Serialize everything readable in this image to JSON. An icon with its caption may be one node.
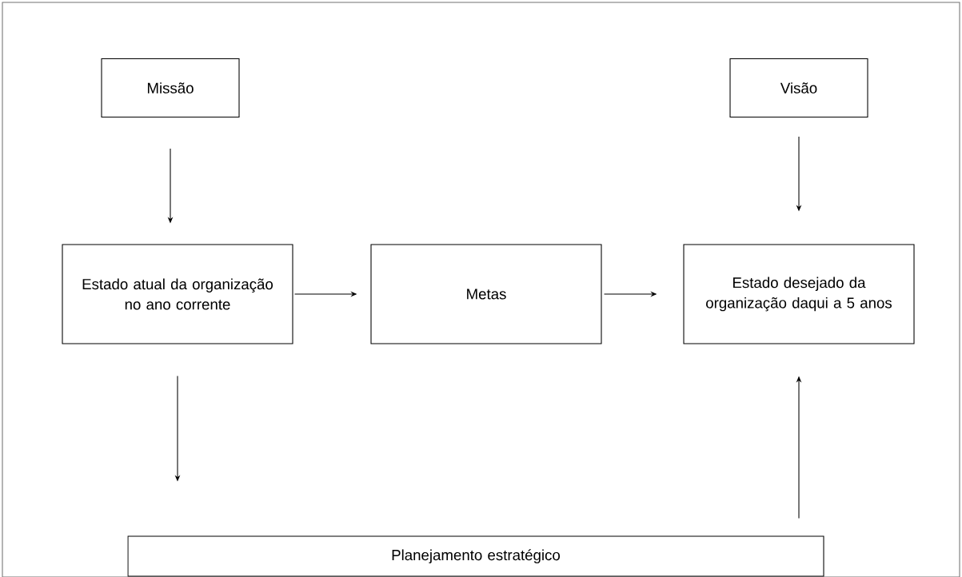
{
  "diagram": {
    "nodes": [
      {
        "text": [
          "Missão"
        ]
      },
      {
        "text": [
          "Visão"
        ]
      },
      {
        "text": [
          "Estado atual da organização no ano corrente"
        ]
      },
      {
        "text": [
          "Metas"
        ]
      },
      {
        "text": [
          "Estado desejado da organização daqui a 5 anos"
        ]
      },
      {
        "text": [
          "Planejamento estratégico"
        ]
      }
    ],
    "edges": [
      {
        "from": 0,
        "to": 2,
        "arrow": "to"
      },
      {
        "from": 1,
        "to": 4,
        "arrow": "to"
      },
      {
        "from": 2,
        "to": 3,
        "arrow": "to"
      },
      {
        "from": 3,
        "to": 4,
        "arrow": "to"
      },
      {
        "from": 2,
        "to": 5,
        "arrow": "to"
      },
      {
        "from": 5,
        "to": 4,
        "arrow": "to"
      }
    ]
  }
}
